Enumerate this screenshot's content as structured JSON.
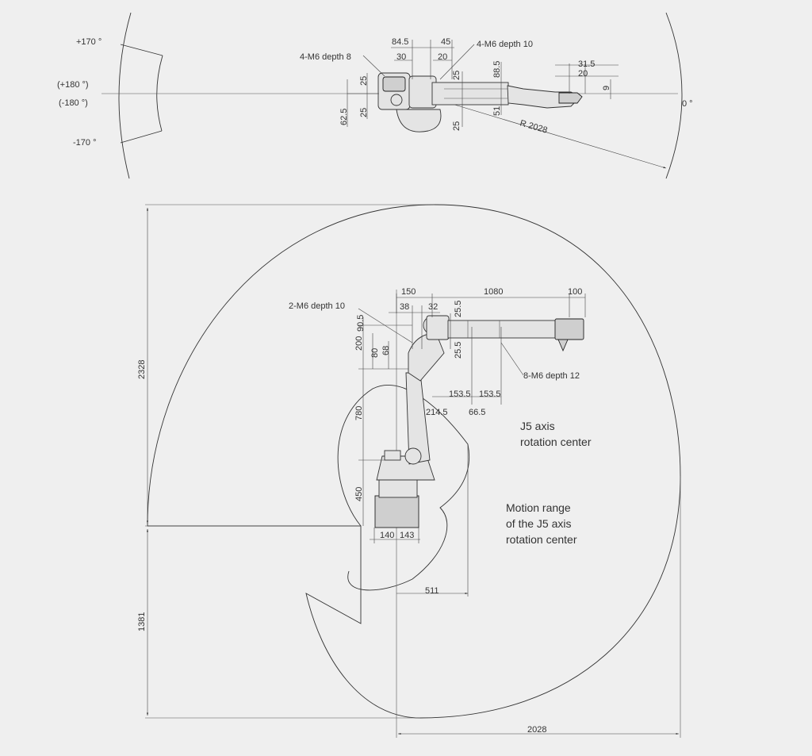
{
  "top_view": {
    "angle_pos170": "+170 °",
    "angle_pos180": "(+180 °)",
    "angle_neg180": "(-180 °)",
    "angle_neg170": "-170 °",
    "angle_zero": "0 °",
    "note_4m6_depth8": "4-M6 depth 8",
    "note_4m6_depth10": "4-M6 depth 10",
    "dim_84_5": "84.5",
    "dim_45": "45",
    "dim_30": "30",
    "dim_20a": "20",
    "dim_25a": "25",
    "dim_25b": "25",
    "dim_62_5": "62.5",
    "dim_25c": "25",
    "dim_88_5": "88.5",
    "dim_51": "51",
    "dim_25d": "25",
    "dim_31_5": "31.5",
    "dim_20b": "20",
    "dim_9": "9",
    "radius": "R 2028"
  },
  "side_view": {
    "note_2m6_depth10": "2-M6 depth 10",
    "note_8m6_depth12": "8-M6 depth 12",
    "dim_150": "150",
    "dim_1080": "1080",
    "dim_100": "100",
    "dim_38": "38",
    "dim_32": "32",
    "dim_25_5a": "25.5",
    "dim_90_5": "90.5",
    "dim_200": "200",
    "dim_80": "80",
    "dim_68": "68",
    "dim_25_5b": "25.5",
    "dim_153_5a": "153.5",
    "dim_153_5b": "153.5",
    "dim_214_5": "214.5",
    "dim_66_5": "66.5",
    "dim_780": "780",
    "dim_450": "450",
    "dim_140": "140",
    "dim_143": "143",
    "dim_511": "511",
    "dim_2328": "2328",
    "dim_1381": "1381",
    "dim_2028": "2028",
    "label_j5_line1": "J5 axis",
    "label_j5_line2": "rotation center",
    "label_motion_line1": "Motion range",
    "label_motion_line2": "of the J5 axis",
    "label_motion_line3": "rotation center"
  }
}
